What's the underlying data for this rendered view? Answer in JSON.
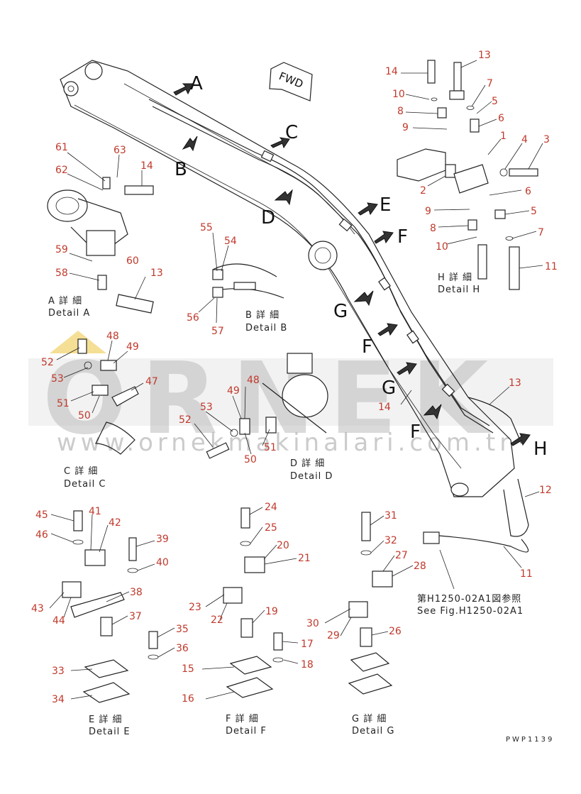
{
  "watermark": {
    "brand": "ORNEK",
    "url": "www.ornekmakinalari.com.tr"
  },
  "direction": {
    "fwd": "FWD"
  },
  "view_letters": {
    "A": "A",
    "B": "B",
    "C": "C",
    "D": "D",
    "E": "E",
    "F": "F",
    "G": "G",
    "F2": "F",
    "H": "H"
  },
  "captions": {
    "detail_a": {
      "jp": "A 詳 細",
      "en": "Detail A"
    },
    "detail_b": {
      "jp": "B 詳 細",
      "en": "Detail B"
    },
    "detail_c": {
      "jp": "C 詳 細",
      "en": "Detail C"
    },
    "detail_d": {
      "jp": "D 詳 細",
      "en": "Detail D"
    },
    "detail_e": {
      "jp": "E 詳 細",
      "en": "Detail E"
    },
    "detail_f": {
      "jp": "F 詳 細",
      "en": "Detail F"
    },
    "detail_g": {
      "jp": "G 詳 細",
      "en": "Detail G"
    },
    "detail_h": {
      "jp": "H 詳 細",
      "en": "Detail H"
    }
  },
  "reference": {
    "jp": "第H1250-02A1図参照",
    "en": "See Fig.H1250-02A1"
  },
  "figure_code": "PWP1139",
  "part_numbers": {
    "p14a": "14",
    "p13a": "13",
    "p10a": "10",
    "p7a": "7",
    "p5a": "5",
    "p8a": "8",
    "p6a": "6",
    "p9a": "9",
    "p1": "1",
    "p4": "4",
    "p3": "3",
    "p2": "2",
    "p6b": "6",
    "p9b": "9",
    "p5b": "5",
    "p8b": "8",
    "p7b": "7",
    "p10b": "10",
    "p11a": "11",
    "p61": "61",
    "p63": "63",
    "p62": "62",
    "p14b": "14",
    "p59": "59",
    "p60": "60",
    "p58": "58",
    "p13b": "13",
    "p55": "55",
    "p54": "54",
    "p56": "56",
    "p57": "57",
    "p48a": "48",
    "p49a": "49",
    "p52a": "52",
    "p53a": "53",
    "p47": "47",
    "p51a": "51",
    "p50a": "50",
    "p48b": "48",
    "p49b": "49",
    "p53b": "53",
    "p52b": "52",
    "p51b": "51",
    "p50b": "50",
    "p13c": "13",
    "p14c": "14",
    "p12": "12",
    "p11b": "11",
    "p45": "45",
    "p41": "41",
    "p42": "42",
    "p46": "46",
    "p39": "39",
    "p40": "40",
    "p38": "38",
    "p43": "43",
    "p44": "44",
    "p37": "37",
    "p35": "35",
    "p36": "36",
    "p33": "33",
    "p34": "34",
    "p24": "24",
    "p25": "25",
    "p20": "20",
    "p21": "21",
    "p23": "23",
    "p22": "22",
    "p19": "19",
    "p17": "17",
    "p18": "18",
    "p15": "15",
    "p16": "16",
    "p31": "31",
    "p32": "32",
    "p27": "27",
    "p28": "28",
    "p30": "30",
    "p29": "29",
    "p26": "26"
  }
}
